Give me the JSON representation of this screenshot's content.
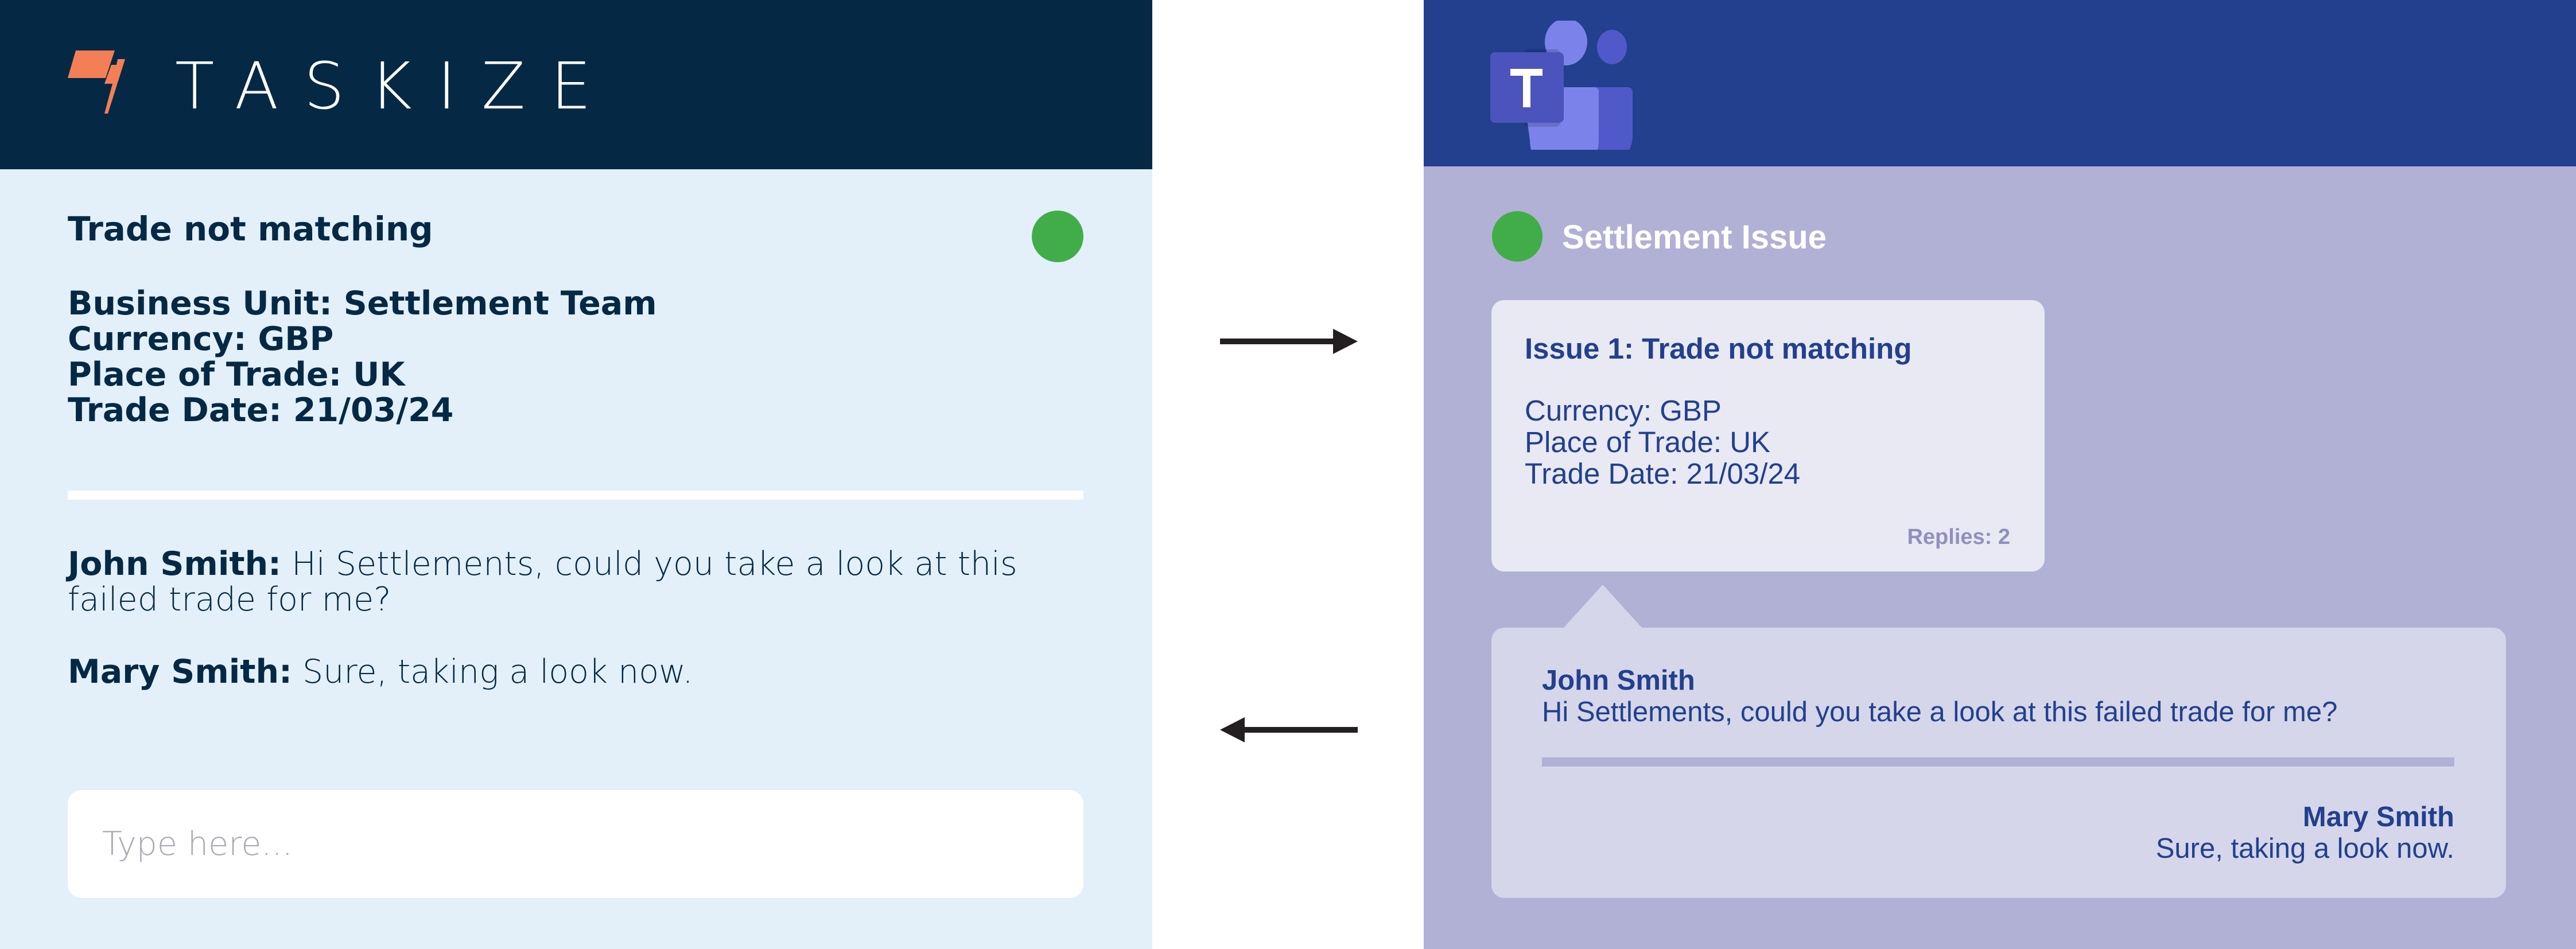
{
  "taskize": {
    "brand": "TASKIZE",
    "logo_icon": "taskize-flag-icon",
    "colors": {
      "header": "#052945",
      "panel": "#e3f0f9",
      "accent": "#f37f57",
      "status": "#41ad49"
    },
    "query": {
      "title": "Trade not matching",
      "status": "green",
      "details": [
        "Business Unit: Settlement Team",
        "Currency: GBP",
        "Place of Trade: UK",
        "Trade Date: 21/03/24"
      ]
    },
    "messages": [
      {
        "author": "John Smith:",
        "text": " Hi Settlements, could you take a look at this failed trade for me?"
      },
      {
        "author": "Mary Smith:",
        "text": " Sure, taking a look now."
      }
    ],
    "input": {
      "placeholder": "Type here...",
      "value": ""
    }
  },
  "arrows": [
    {
      "direction": "right",
      "icon": "arrow-right-icon"
    },
    {
      "direction": "left",
      "icon": "arrow-left-icon"
    }
  ],
  "teams": {
    "logo_icon": "microsoft-teams-icon",
    "logo_letter": "T",
    "colors": {
      "header": "#22408e",
      "panel": "#b1b1d6",
      "card": "#e9e9f4",
      "thread": "#d5d6e9",
      "text": "#22408e"
    },
    "channel": {
      "title": "Settlement Issue",
      "status": "green"
    },
    "card": {
      "title": "Issue 1: Trade not matching",
      "details": [
        "Currency: GBP",
        "Place of Trade: UK",
        "Trade Date: 21/03/24"
      ],
      "replies": "Replies: 2"
    },
    "thread": [
      {
        "author": "John Smith",
        "text": "Hi Settlements, could you take a look at this failed trade for me?",
        "align": "left"
      },
      {
        "author": "Mary Smith",
        "text": "Sure, taking a look now.",
        "align": "right"
      }
    ]
  }
}
